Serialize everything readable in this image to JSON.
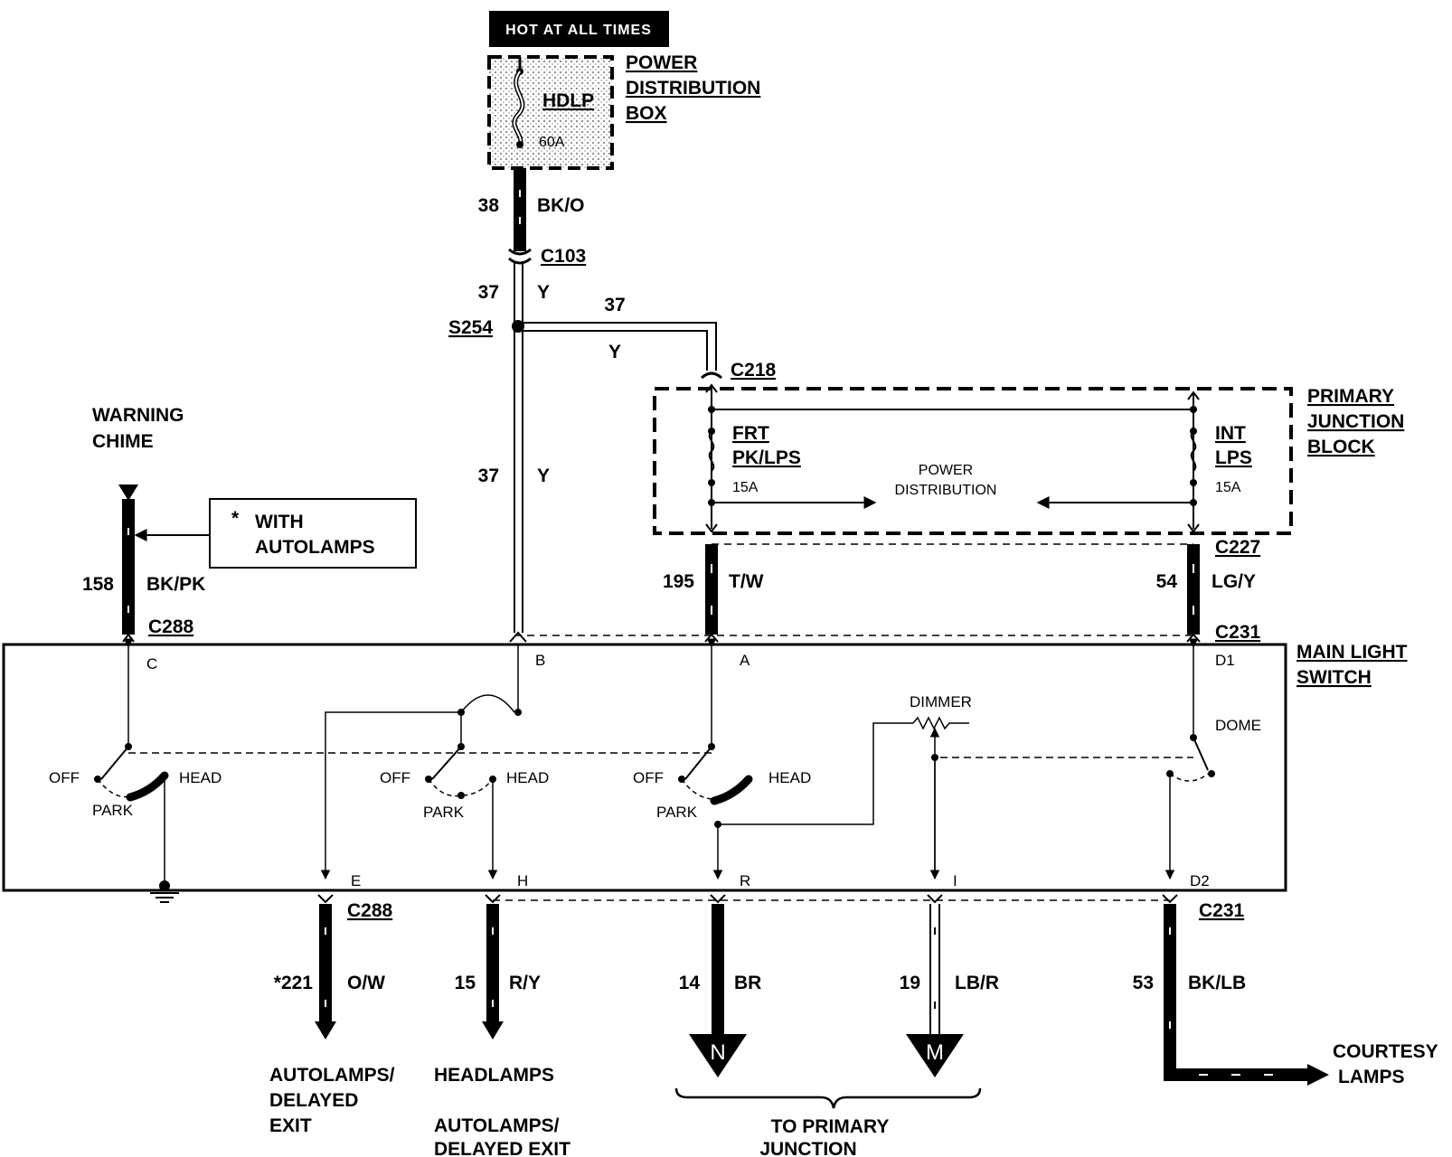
{
  "header": {
    "hot_label": "HOT AT ALL TIMES"
  },
  "power_distribution_box": {
    "title_lines": [
      "POWER",
      "DISTRIBUTION",
      "BOX"
    ],
    "fuse_name": "HDLP",
    "fuse_rating": "60A"
  },
  "splice": {
    "label": "S254"
  },
  "primary_junction_block": {
    "title_lines": [
      "PRIMARY",
      "JUNCTION",
      "BLOCK"
    ],
    "left_fuse_lines": [
      "FRT",
      "PK/LPS"
    ],
    "left_fuse_rating": "15A",
    "right_fuse_lines": [
      "INT",
      "LPS"
    ],
    "right_fuse_rating": "15A",
    "center_lines": [
      "POWER",
      "DISTRIBUTION"
    ]
  },
  "warning_chime": {
    "lines": [
      "WARNING",
      "CHIME"
    ]
  },
  "note_box": {
    "star": "*",
    "lines": [
      "WITH",
      "AUTOLAMPS"
    ]
  },
  "main_light_switch": {
    "title_lines": [
      "MAIN LIGHT",
      "SWITCH"
    ],
    "switch_positions": {
      "off": "OFF",
      "head": "HEAD",
      "park": "PARK"
    },
    "dimmer": "DIMMER",
    "dome": "DOME",
    "pins": {
      "c": "C",
      "b": "B",
      "a": "A",
      "d1": "D1",
      "e": "E",
      "h": "H",
      "r": "R",
      "i": "I",
      "d2": "D2"
    }
  },
  "connectors": {
    "c103": "C103",
    "c218": "C218",
    "c227": "C227",
    "c231_top": "C231",
    "c288_top": "C288",
    "c288_bottom": "C288",
    "c231_bottom": "C231"
  },
  "wires": {
    "w38": {
      "num": "38",
      "color": "BK/O"
    },
    "w37_upper": {
      "num": "37",
      "color": "Y"
    },
    "w37_branch": {
      "num": "37",
      "color": "Y"
    },
    "w37_lower": {
      "num": "37",
      "color": "Y"
    },
    "w158": {
      "num": "158",
      "color": "BK/PK"
    },
    "w195": {
      "num": "195",
      "color": "T/W"
    },
    "w54": {
      "num": "54",
      "color": "LG/Y"
    },
    "w221": {
      "num": "*221",
      "color": "O/W"
    },
    "w15": {
      "num": "15",
      "color": "R/Y"
    },
    "w14": {
      "num": "14",
      "color": "BR"
    },
    "w19": {
      "num": "19",
      "color": "LB/R"
    },
    "w53": {
      "num": "53",
      "color": "BK/LB"
    }
  },
  "ground_refs": {
    "n": "N",
    "m": "M"
  },
  "destinations": {
    "autolamps_exit": [
      "AUTOLAMPS/",
      "DELAYED",
      "EXIT"
    ],
    "headlamps": "HEADLAMPS",
    "autolamps_exit2": [
      "AUTOLAMPS/",
      "DELAYED EXIT"
    ],
    "primary_junction": [
      "TO PRIMARY",
      "JUNCTION"
    ],
    "courtesy": [
      "COURTESY",
      "LAMPS"
    ]
  }
}
